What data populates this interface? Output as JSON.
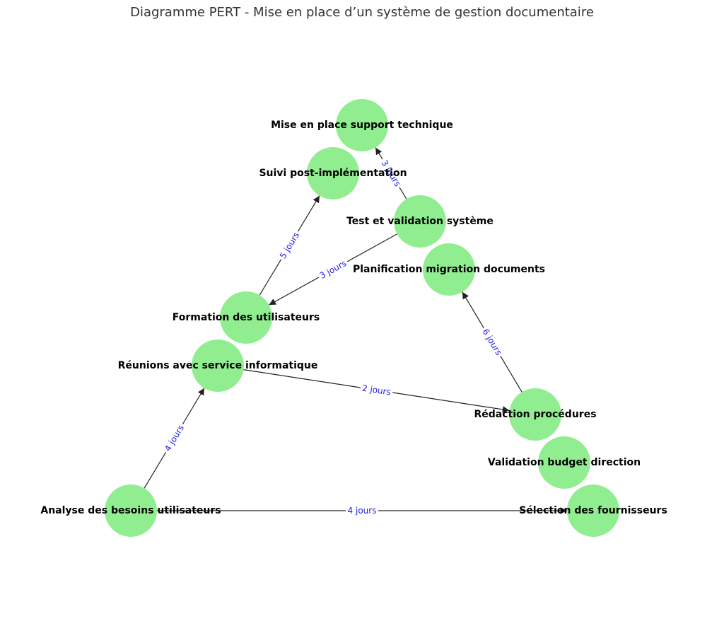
{
  "title": "Diagramme PERT - Mise en place d’un système de gestion documentaire",
  "colors": {
    "node_fill": "#90ee90",
    "edge_stroke": "#222222",
    "edge_label": "#1a1aee",
    "title": "#333333"
  },
  "nodes": [
    {
      "id": "analyse",
      "label": "Analyse des besoins utilisateurs"
    },
    {
      "id": "reunions",
      "label": "Réunions avec service informatique"
    },
    {
      "id": "formation",
      "label": "Formation des utilisateurs"
    },
    {
      "id": "suivi",
      "label": "Suivi post-implémentation"
    },
    {
      "id": "support",
      "label": "Mise en place support technique"
    },
    {
      "id": "test",
      "label": "Test et validation système"
    },
    {
      "id": "planification",
      "label": "Planification migration documents"
    },
    {
      "id": "redaction",
      "label": "Rédaction procédures"
    },
    {
      "id": "validation",
      "label": "Validation budget direction"
    },
    {
      "id": "selection",
      "label": "Sélection des fournisseurs"
    }
  ],
  "edges": [
    {
      "from": "analyse",
      "to": "reunions",
      "label": "4 jours"
    },
    {
      "from": "analyse",
      "to": "selection",
      "label": "4 jours"
    },
    {
      "from": "reunions",
      "to": "redaction",
      "label": "2 jours"
    },
    {
      "from": "redaction",
      "to": "planification",
      "label": "6 jours"
    },
    {
      "from": "test",
      "to": "formation",
      "label": "3 jours"
    },
    {
      "from": "formation",
      "to": "suivi",
      "label": "5 jours"
    },
    {
      "from": "test",
      "to": "support",
      "label": "3 jours"
    }
  ]
}
